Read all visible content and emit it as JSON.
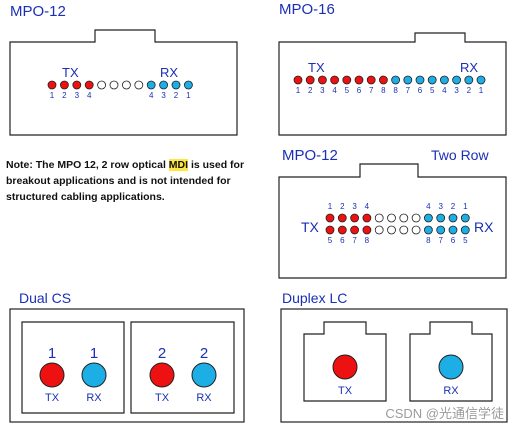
{
  "colors": {
    "tx": "#ee1111",
    "rx": "#1eaee6",
    "blank": "#ffffff",
    "outline": "#222222",
    "title": "#1a2fb5",
    "label": "#1a2fb5"
  },
  "mpo12": {
    "title": "MPO-12",
    "tx_label": "TX",
    "rx_label": "RX",
    "fibers": [
      "tx",
      "tx",
      "tx",
      "tx",
      "blank",
      "blank",
      "blank",
      "blank",
      "rx",
      "rx",
      "rx",
      "rx"
    ],
    "numbers": [
      "1",
      "2",
      "3",
      "4",
      "",
      "",
      "",
      "",
      "4",
      "3",
      "2",
      "1"
    ]
  },
  "mpo16": {
    "title": "MPO-16",
    "tx_label": "TX",
    "rx_label": "RX",
    "fibers": [
      "tx",
      "tx",
      "tx",
      "tx",
      "tx",
      "tx",
      "tx",
      "tx",
      "rx",
      "rx",
      "rx",
      "rx",
      "rx",
      "rx",
      "rx",
      "rx"
    ],
    "numbers": [
      "1",
      "2",
      "3",
      "4",
      "5",
      "6",
      "7",
      "8",
      "8",
      "7",
      "6",
      "5",
      "4",
      "3",
      "2",
      "1"
    ]
  },
  "note": {
    "before": "Note: The MPO 12, 2 row optical ",
    "highlight": "MDI",
    "after": " is used for breakout applications and is not intended for structured cabling applications."
  },
  "mpo12_two_row": {
    "title": "MPO-12",
    "subtitle": "Two Row",
    "tx_label": "TX",
    "rx_label": "RX",
    "top_row": [
      "tx",
      "tx",
      "tx",
      "tx",
      "blank",
      "blank",
      "blank",
      "blank",
      "rx",
      "rx",
      "rx",
      "rx"
    ],
    "bottom_row": [
      "tx",
      "tx",
      "tx",
      "tx",
      "blank",
      "blank",
      "blank",
      "blank",
      "rx",
      "rx",
      "rx",
      "rx"
    ],
    "top_numbers": [
      "1",
      "2",
      "3",
      "4",
      "",
      "",
      "",
      "",
      "4",
      "3",
      "2",
      "1"
    ],
    "bottom_numbers": [
      "5",
      "6",
      "7",
      "8",
      "",
      "",
      "",
      "",
      "8",
      "7",
      "6",
      "5"
    ]
  },
  "dual_cs": {
    "title": "Dual CS",
    "ports": [
      {
        "num_tx": "1",
        "num_rx": "1",
        "tx": "TX",
        "rx": "RX"
      },
      {
        "num_tx": "2",
        "num_rx": "2",
        "tx": "TX",
        "rx": "RX"
      }
    ]
  },
  "duplex_lc": {
    "title": "Duplex LC",
    "ports": [
      {
        "label": "TX",
        "kind": "tx"
      },
      {
        "label": "RX",
        "kind": "rx"
      }
    ]
  },
  "watermark": "CSDN @光通信学徒"
}
